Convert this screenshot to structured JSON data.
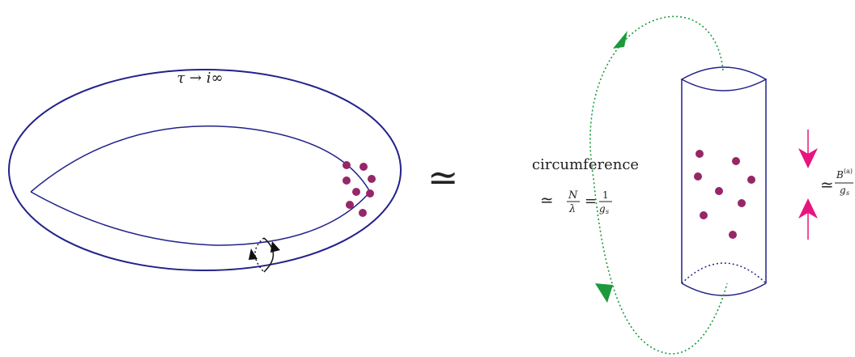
{
  "torus": {
    "limit_label": "τ → i∞"
  },
  "equivalence": {
    "symbol": "≃"
  },
  "cylinder": {
    "circumference_word": "circumference",
    "approx_symbol": "≃",
    "N": "N",
    "lambda": "λ",
    "equals": "=",
    "one": "1",
    "g": "g",
    "s": "s",
    "height_approx": "≃",
    "B": "B",
    "a_superscript": "(a)"
  },
  "colors": {
    "outline": "#22228a",
    "dots": "#962767",
    "flow_arrow": "#1a9a3a",
    "height_arrow": "#e8157f",
    "stroke_dark": "#111111"
  }
}
